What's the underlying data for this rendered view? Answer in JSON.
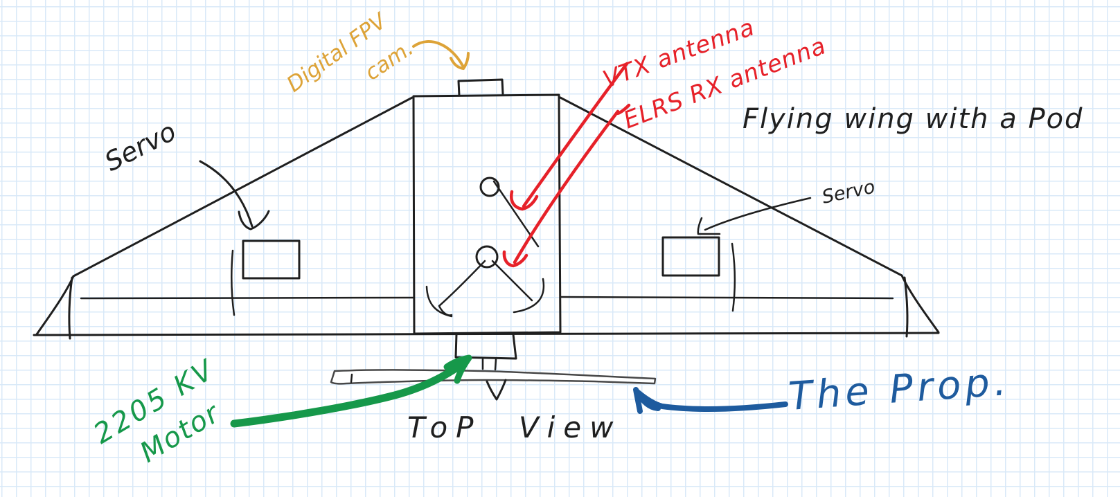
{
  "title": "Flying wing with a Pod",
  "caption": "ToP View",
  "annotations": {
    "fpv_cam": {
      "line1": "Digital FPV",
      "line2": "cam.",
      "color": "#dda338",
      "points_to": "camera bump on pod nose"
    },
    "vtx": {
      "text": "VTX antenna",
      "color": "#e62129",
      "points_to": "upper antenna in pod"
    },
    "elrs": {
      "text": "ELRS RX antenna",
      "color": "#e62129",
      "points_to": "lower antenna in pod"
    },
    "servo_left": {
      "text": "Servo",
      "color": "#1f1f1f",
      "points_to": "left wing servo"
    },
    "servo_right": {
      "text": "Servo",
      "color": "#1f1f1f",
      "points_to": "right wing servo"
    },
    "motor": {
      "line1": "2205 KV",
      "line2": "Motor",
      "color": "#16984a",
      "points_to": "motor behind pod"
    },
    "prop": {
      "text": "The Prop.",
      "color": "#1e5b9e",
      "points_to": "propeller blade"
    }
  },
  "colors": {
    "ink": "#1f1f1f",
    "paper": "#ffffff",
    "grid_line": "#d9e9f8",
    "red": "#e62129",
    "orange": "#dda338",
    "green": "#16984a",
    "blue": "#1e5b9e",
    "prop_outline": "#474747"
  }
}
